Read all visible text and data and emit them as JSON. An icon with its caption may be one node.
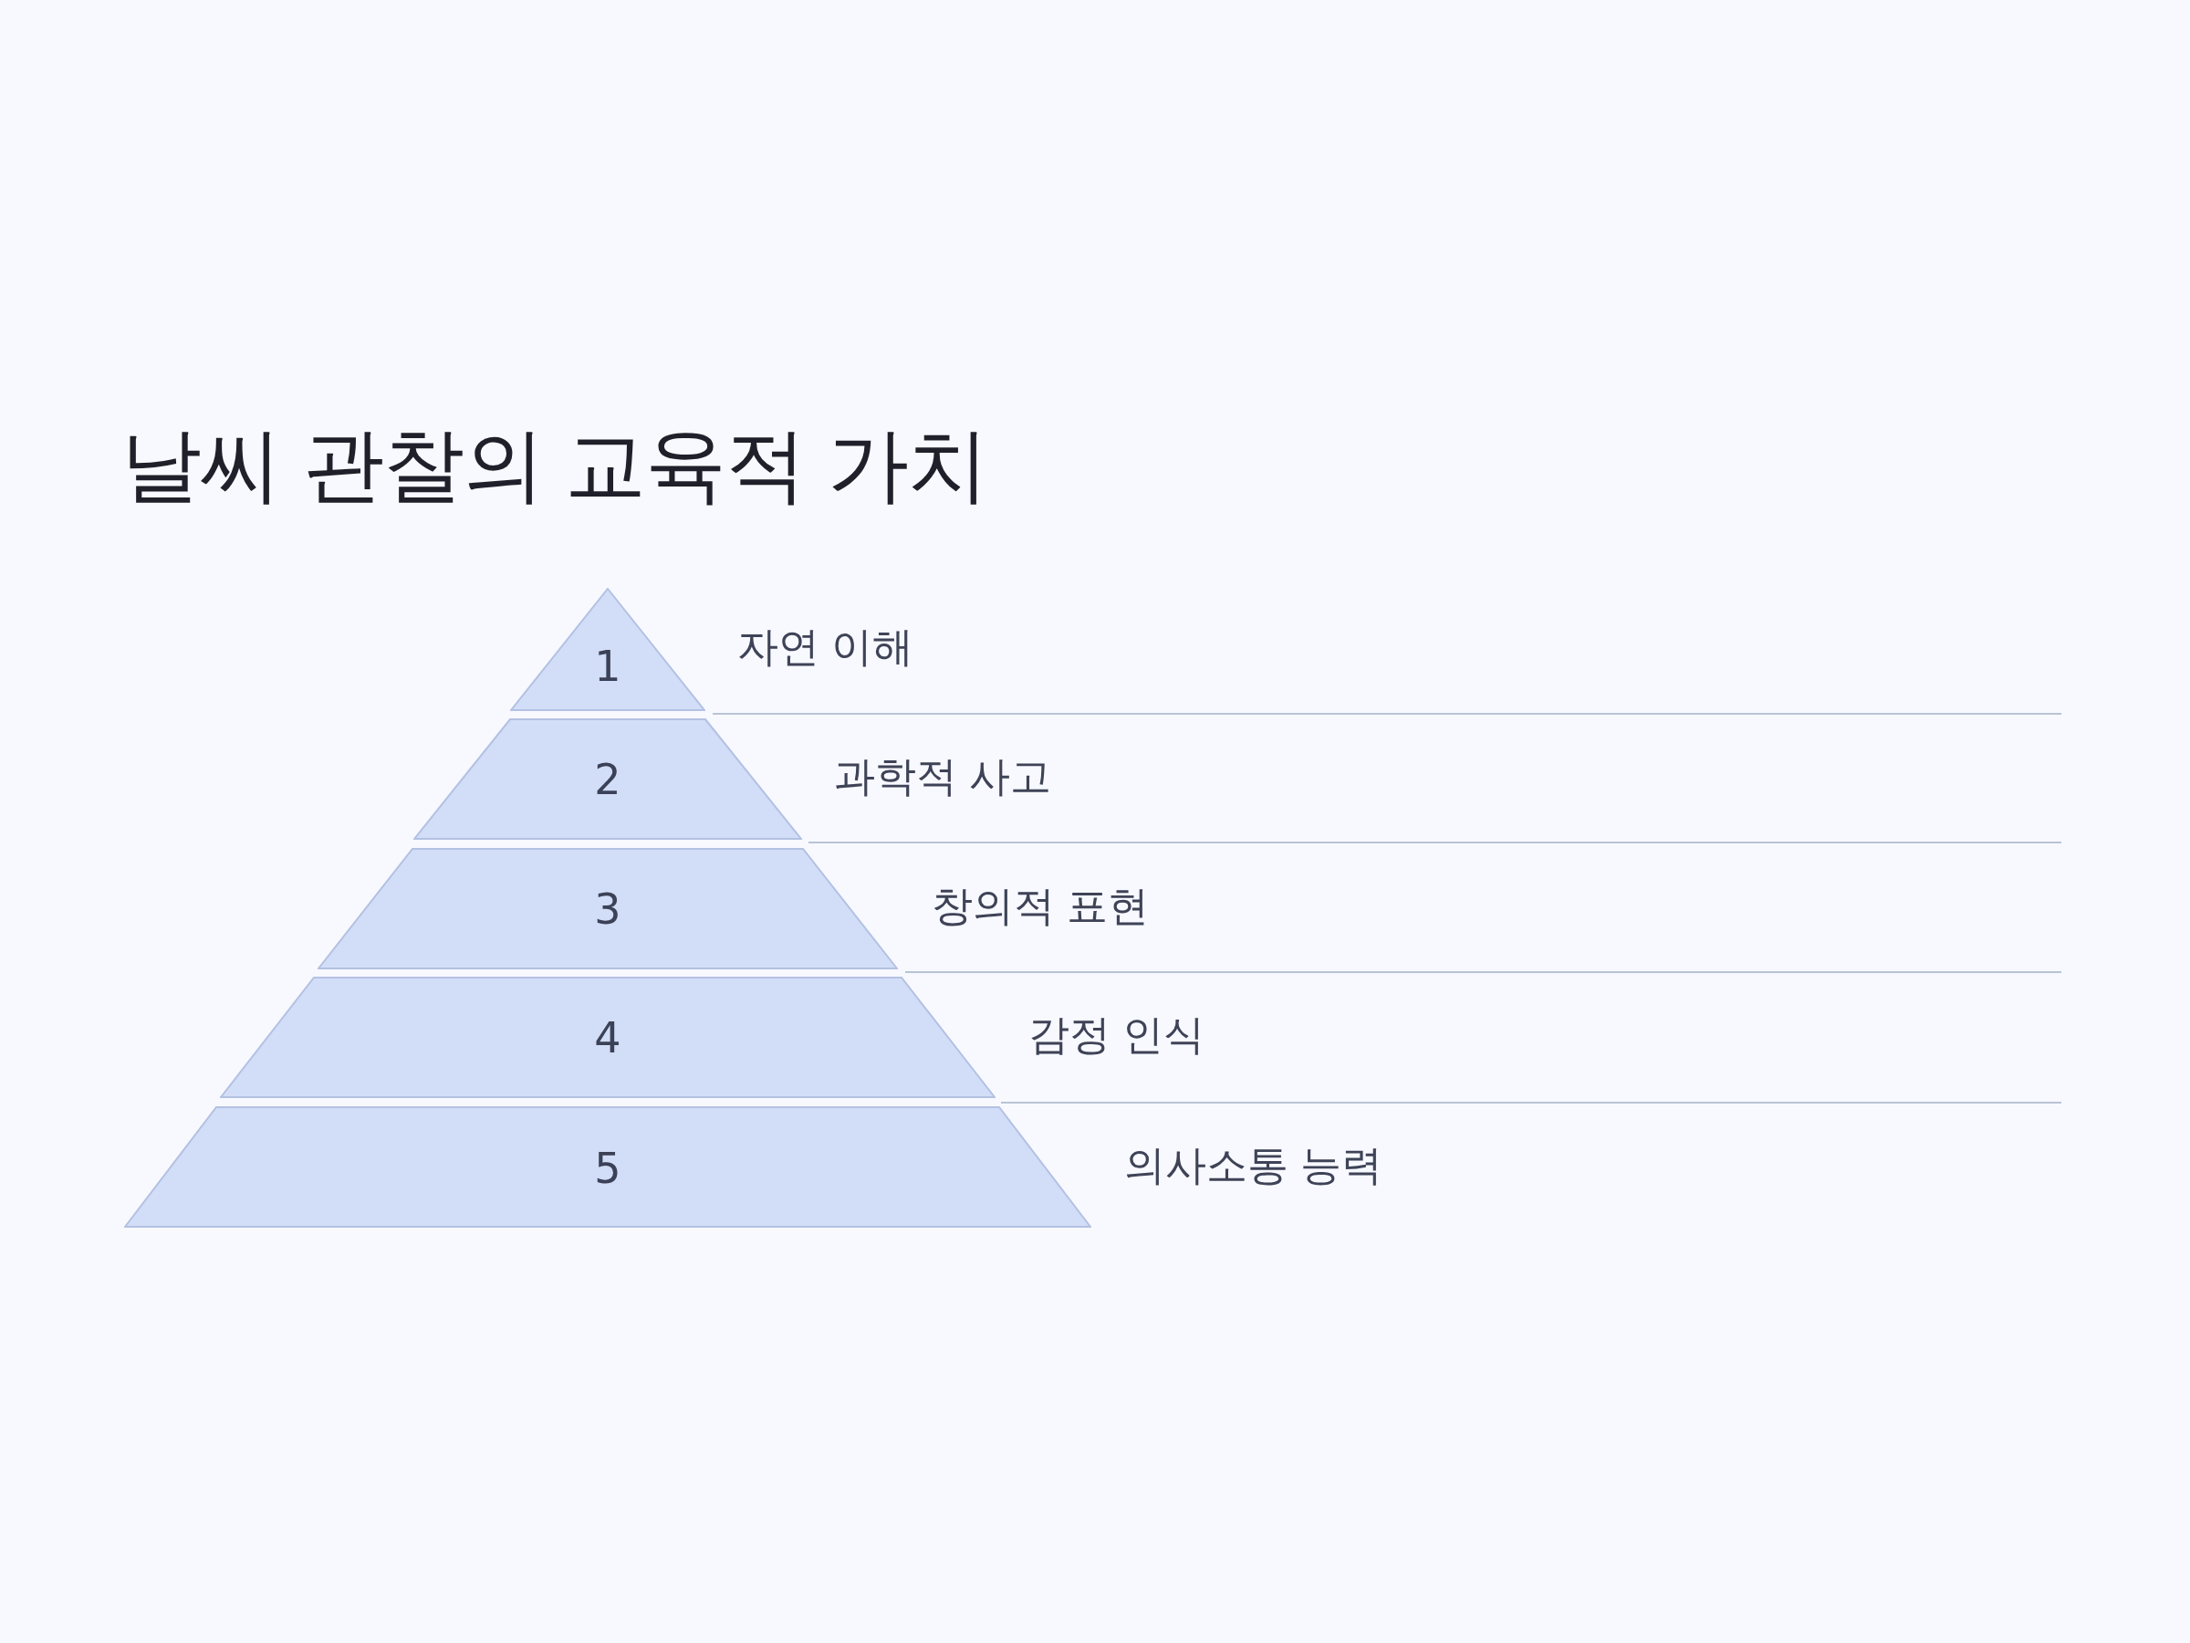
{
  "diagram": {
    "title": "날씨 관찰의 교육적 가치",
    "nodes": [
      {
        "text": [
          "1"
        ],
        "beside": [
          "자연 이해"
        ]
      },
      {
        "text": [
          "2"
        ],
        "beside": [
          "과학적 사고"
        ]
      },
      {
        "text": [
          "3"
        ],
        "beside": [
          "창의적 표현"
        ]
      },
      {
        "text": [
          "4"
        ],
        "beside": [
          "감정 인식"
        ]
      },
      {
        "text": [
          "5"
        ],
        "beside": [
          "의사소통 능력"
        ]
      }
    ]
  }
}
